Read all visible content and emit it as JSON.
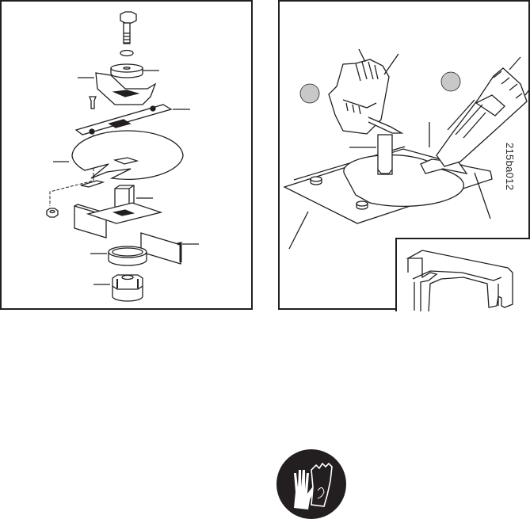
{
  "page": {
    "background": "#ffffff",
    "line_color": "#231f20",
    "marker_color": "#c8c8c8"
  },
  "figures": {
    "left": {
      "description": "Exploded view of cutting attachment assembly",
      "parts": [
        "bolt",
        "lock washer",
        "support flange",
        "fan blade",
        "cutter bar",
        "disc guard",
        "screw",
        "lock nut",
        "square drive",
        "blade",
        "spacer ring",
        "drive sleeve nut"
      ],
      "leader_lines": 8
    },
    "right": {
      "description": "Hands holding tool and blade locking wrench while fitting blade",
      "reference_code": "215ba012",
      "markers": [
        "grey-circle-left",
        "grey-circle-right"
      ],
      "inset": {
        "description": "Blade locking tool (fork wrench) detail"
      }
    }
  },
  "safety_symbol": {
    "icon": "protective-gloves-icon",
    "meaning": "Wear protective gloves"
  }
}
